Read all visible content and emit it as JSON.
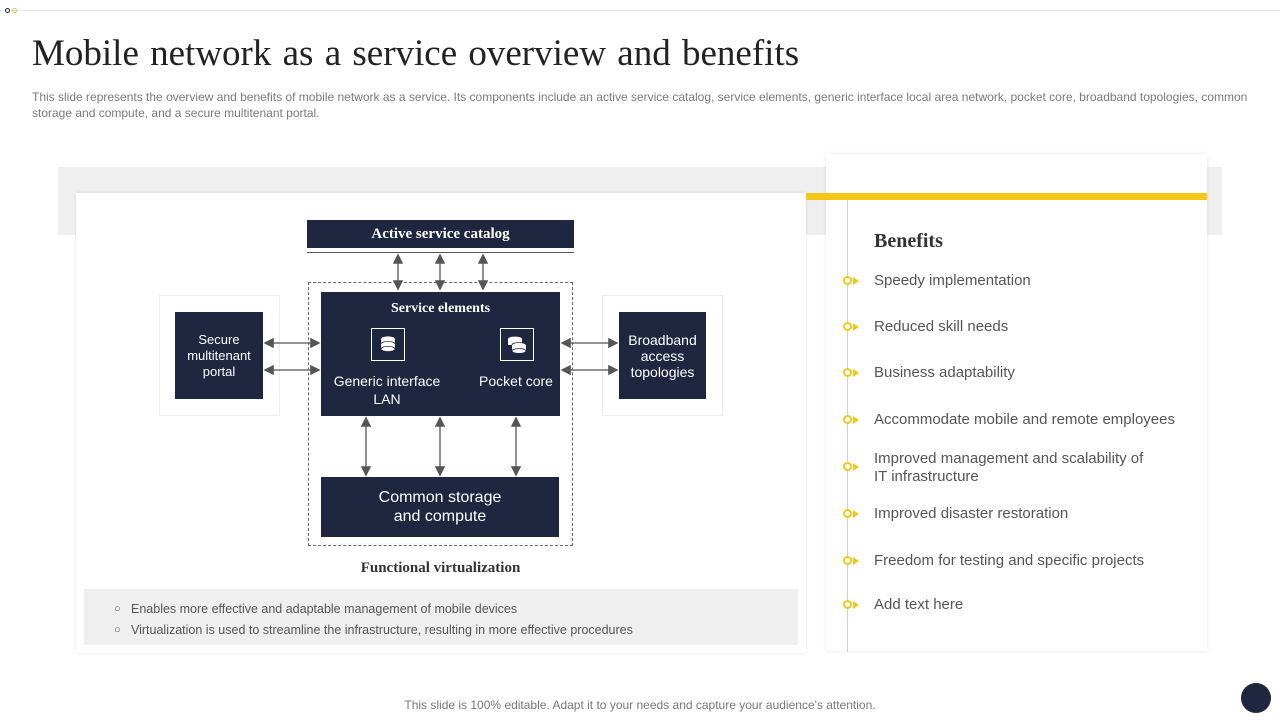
{
  "title": "Mobile network as a service overview and benefits",
  "subtitle": "This slide represents the overview and benefits of mobile network as a service. Its components include an active service catalog, service elements, generic interface local area network, pocket core, broadband topologies, common storage and compute, and a secure multitenant portal.",
  "diagram": {
    "catalog": "Active service catalog",
    "service_elements": "Service elements",
    "generic_lan": "Generic interface LAN",
    "pocket_core": "Pocket core",
    "storage": "Common storage and compute",
    "secure_portal": "Secure multitenant portal",
    "broadband": "Broadband access topologies",
    "functional": "Functional virtualization"
  },
  "notes": [
    "Enables more effective and adaptable management of mobile devices",
    "Virtualization is used to streamline the infrastructure, resulting in more effective procedures"
  ],
  "benefits": {
    "title": "Benefits",
    "items": [
      "Speedy implementation",
      "Reduced skill needs",
      "Business adaptability",
      "Accommodate mobile and remote employees",
      "Improved management and scalability of IT infrastructure",
      "Improved disaster restoration",
      "Freedom for testing and specific projects",
      "Add text here"
    ]
  },
  "footer": "This slide is 100% editable. Adapt it to your needs and capture your audience's attention.",
  "colors": {
    "navy": "#1f2640",
    "accent": "#f5c518"
  }
}
